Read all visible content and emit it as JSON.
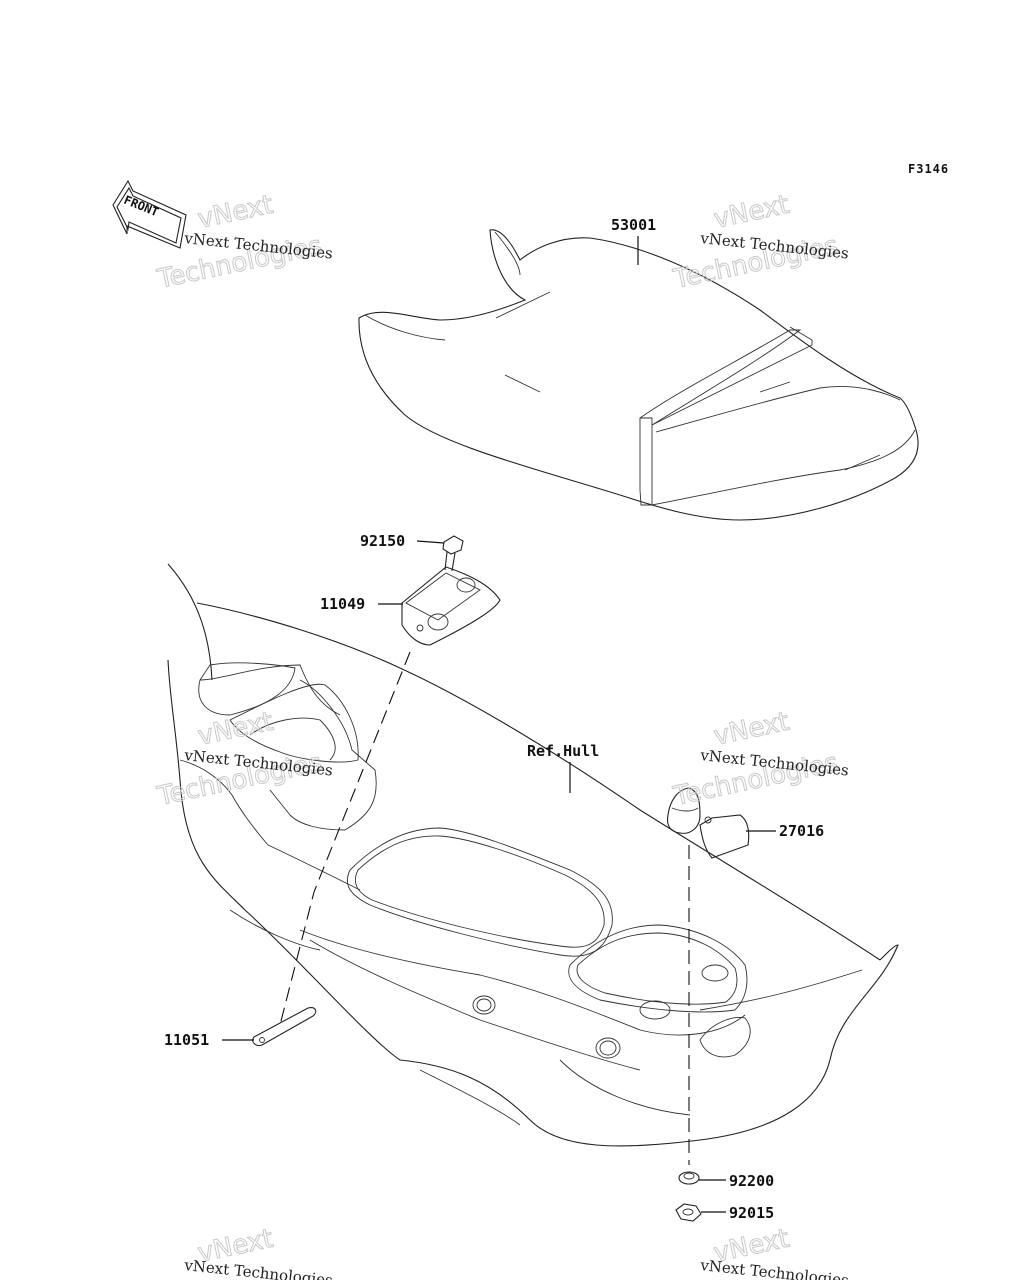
{
  "figure_code": "F3146",
  "front_arrow_label": "FRONT",
  "watermark": {
    "small": "vNext Technologies",
    "large_top": "vNext",
    "large_bottom": "Technologies"
  },
  "callouts": {
    "seat": "53001",
    "bolt": "92150",
    "bracket": "11049",
    "hull_ref": "Ref.Hull",
    "cover": "27016",
    "strap": "11051",
    "washer": "92200",
    "nut": "92015"
  }
}
